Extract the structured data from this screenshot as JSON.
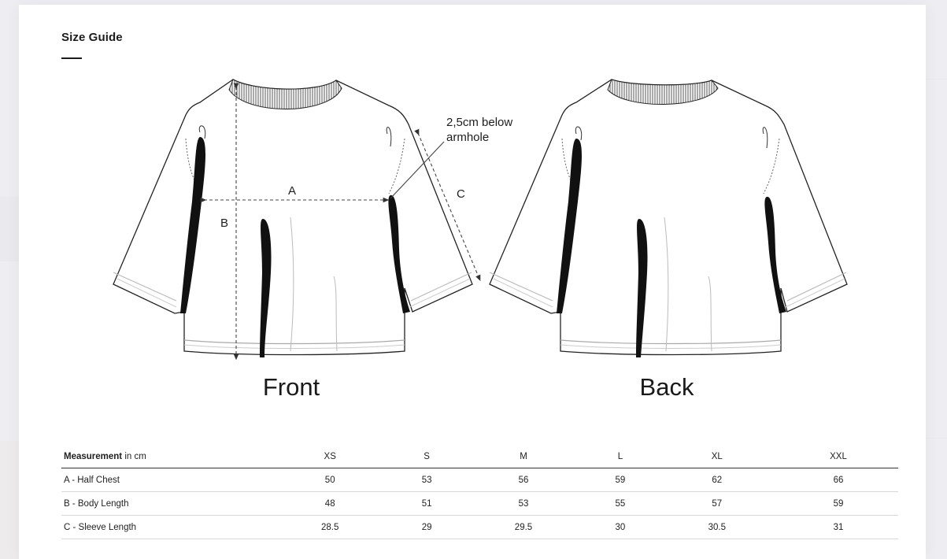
{
  "modal": {
    "title": "Size Guide"
  },
  "diagram": {
    "front_label": "Front",
    "back_label": "Back",
    "note": "2,5cm below armhole",
    "label_a": "A",
    "label_b": "B",
    "label_c": "C"
  },
  "table": {
    "header_bold": "Measurement",
    "header_unit": " in cm",
    "sizes": [
      "XS",
      "S",
      "M",
      "L",
      "XL",
      "XXL"
    ],
    "rows": [
      {
        "label": "A - Half Chest",
        "values": [
          "50",
          "53",
          "56",
          "59",
          "62",
          "66"
        ]
      },
      {
        "label": "B - Body Length",
        "values": [
          "48",
          "51",
          "53",
          "55",
          "57",
          "59"
        ]
      },
      {
        "label": "C - Sleeve Length",
        "values": [
          "28.5",
          "29",
          "29.5",
          "30",
          "30.5",
          "31"
        ]
      }
    ]
  }
}
